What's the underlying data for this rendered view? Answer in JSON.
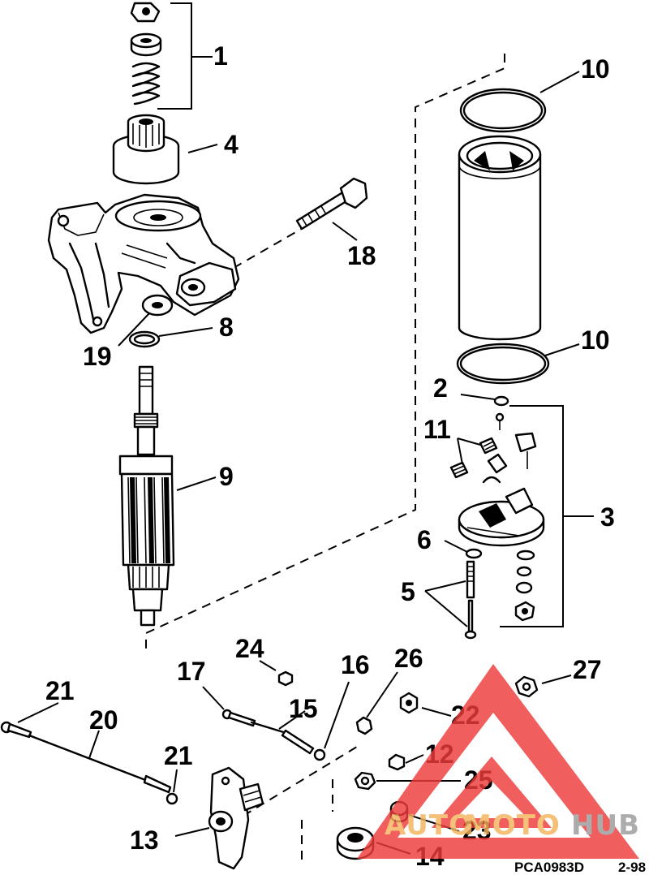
{
  "diagram": {
    "callouts": {
      "c1": "1",
      "c4": "4",
      "c18": "18",
      "c8": "8",
      "c19": "19",
      "c9": "9",
      "c10a": "10",
      "c10b": "10",
      "c2": "2",
      "c11": "11",
      "c3": "3",
      "c6": "6",
      "c5": "5",
      "c24": "24",
      "c17": "17",
      "c16": "16",
      "c26": "26",
      "c27": "27",
      "c15": "15",
      "c22": "22",
      "c21a": "21",
      "c20": "20",
      "c21b": "21",
      "c12": "12",
      "c25": "25",
      "c13": "13",
      "c23": "23",
      "c14": "14"
    },
    "footer": {
      "code": "PCA0983D",
      "date": "2-98"
    }
  },
  "watermark": {
    "word_a": "AUTO",
    "word_b": "MOTO",
    "word_c": "HUB",
    "color_triangle": "#ee3b3b",
    "color_text": "#f3b35a",
    "color_hub": "#9a9a9a"
  }
}
